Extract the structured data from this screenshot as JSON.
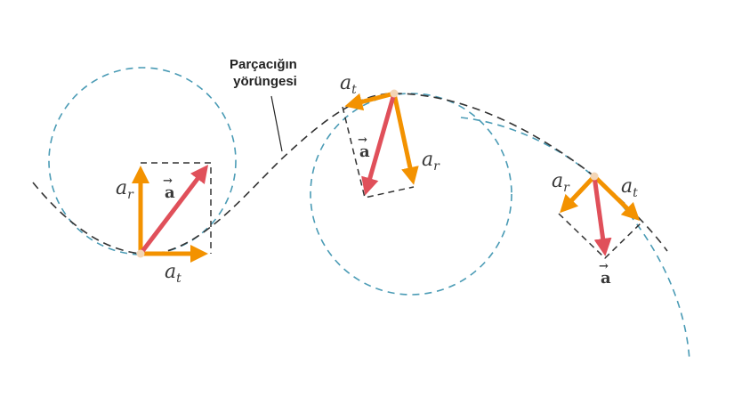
{
  "title_line1": "Parçacığın",
  "title_line2": "yörüngesi",
  "labels": {
    "a_letter": "a",
    "radial_sub": "r",
    "tangential_sub": "t",
    "vector_a": "a",
    "vector_arrow": "→"
  },
  "colors": {
    "tangential_radial": "#f39200",
    "total": "#e0505a",
    "trajectory": "#333333",
    "circle": "#4a9bb5"
  }
}
